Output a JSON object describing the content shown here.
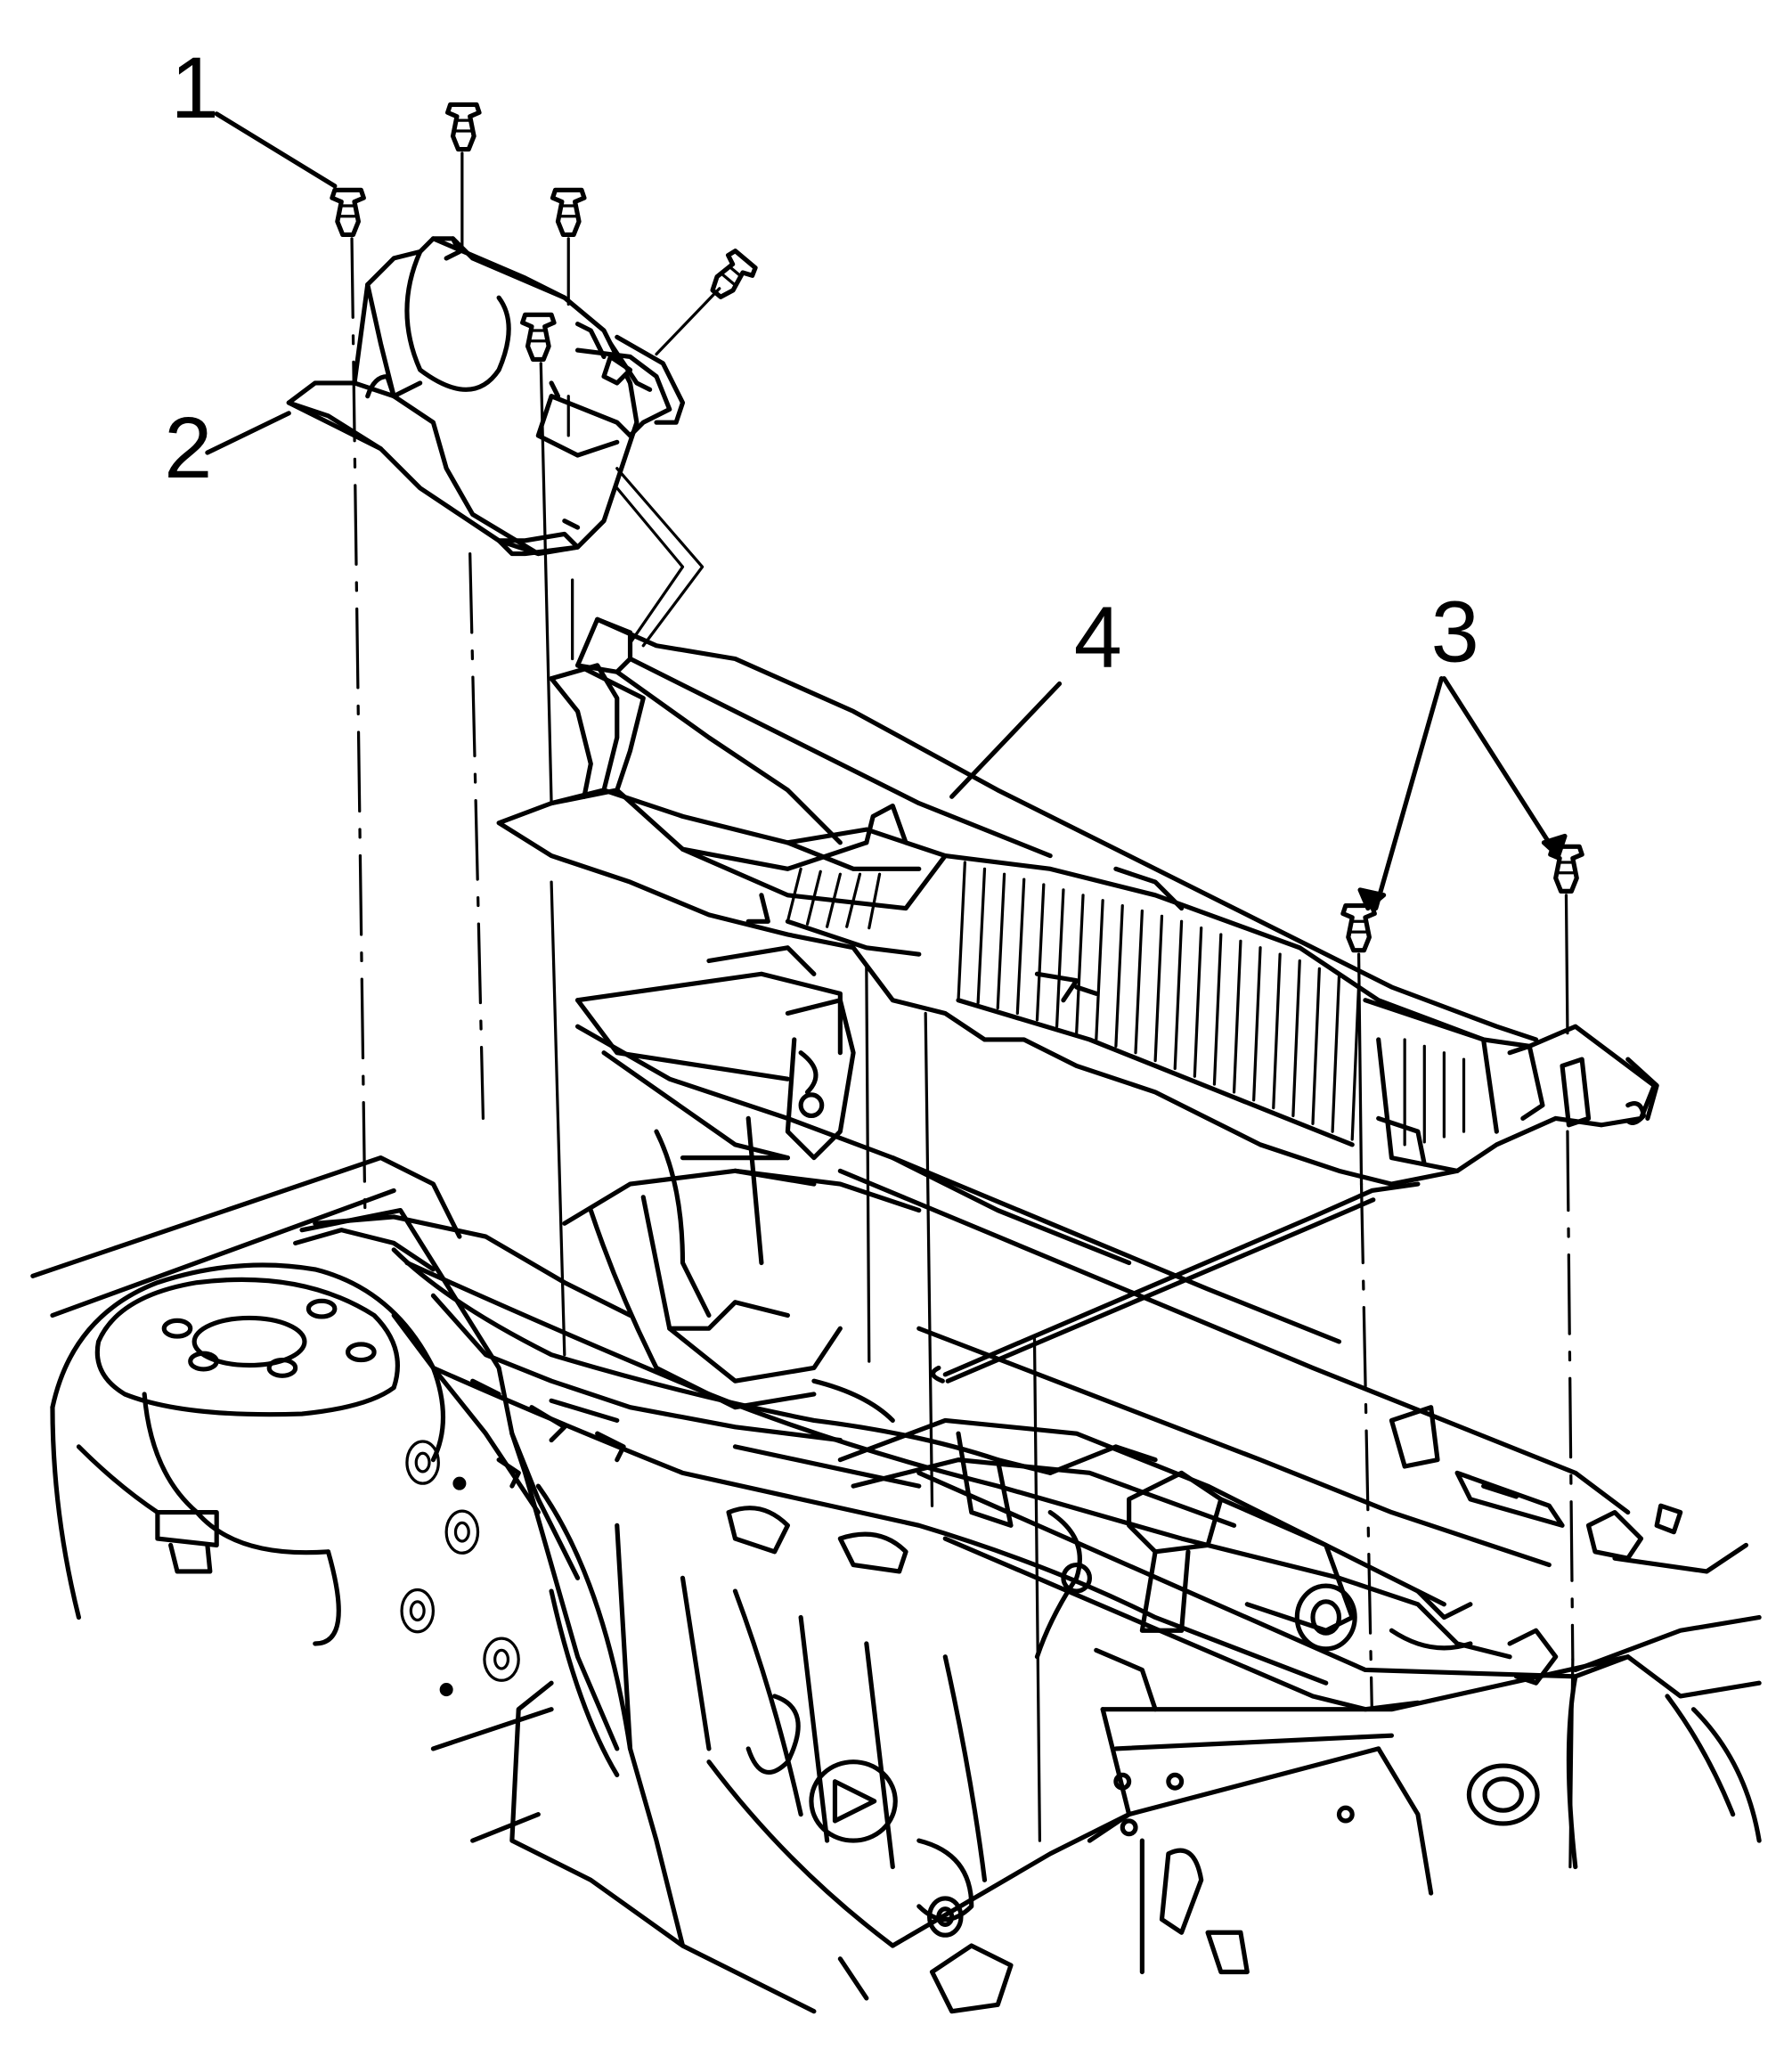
{
  "figure": {
    "type": "exploded-parts-diagram",
    "line_color": "#000000",
    "background": "#ffffff",
    "callouts": [
      {
        "number": "1"
      },
      {
        "number": "2"
      },
      {
        "number": "3"
      },
      {
        "number": "4"
      }
    ]
  }
}
